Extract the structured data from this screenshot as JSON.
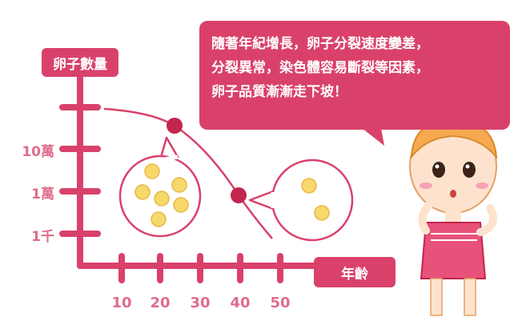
{
  "axes": {
    "y_label": "卵子數量",
    "x_label": "年齡",
    "y_ticks": [
      "10萬",
      "1萬",
      "1千"
    ],
    "x_ticks": [
      "10",
      "20",
      "30",
      "40",
      "50"
    ]
  },
  "speech_bubble": {
    "lines": [
      "隨著年紀增長，卵子分裂速度變差，",
      "分裂異常，染色體容易斷裂等因素，",
      "卵子品質漸漸走下坡！"
    ]
  },
  "colors": {
    "accent": "#d9416b",
    "tick_text": "#e06b8a",
    "egg": "#f7d86a",
    "girl_hair": "#f6a950",
    "girl_dress": "#e8527a"
  }
}
